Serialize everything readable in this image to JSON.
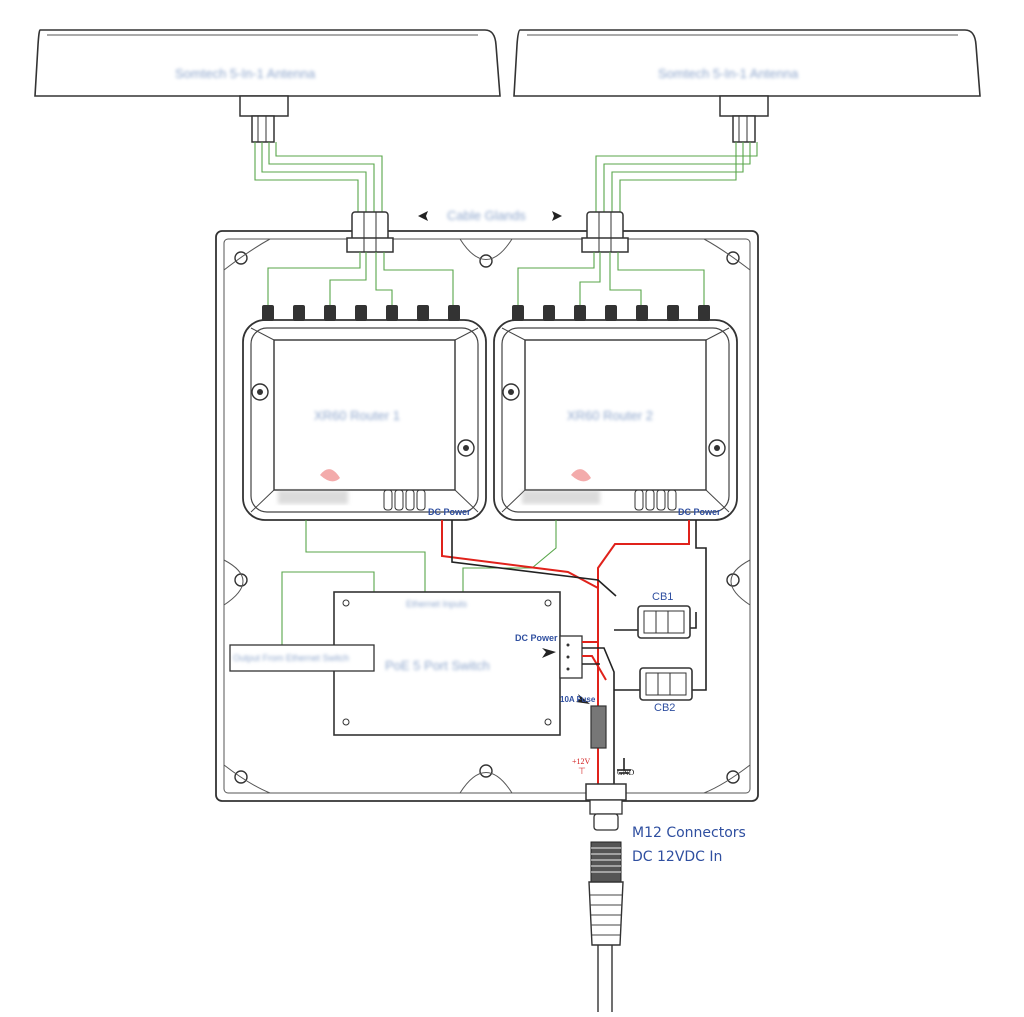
{
  "labels": {
    "antenna_left": "Somtech 5-In-1 Antenna",
    "antenna_right": "Somtech 5-In-1 Antenna",
    "cable_glands": "Cable Glands",
    "router_1": "XR60 Router 1",
    "router_2": "XR60 Router 2",
    "router_1_power": "DC Power",
    "router_2_power": "DC Power",
    "ethernet_inputs": "Ethernet Inputs",
    "switch_output": "Output From Ethernet Switch",
    "switch_name": "PoE 5 Port Switch",
    "switch_power": "DC Power",
    "fuse": "10A Fuse",
    "cb1": "CB1",
    "cb2": "CB2",
    "plus_12v": "+12V",
    "gnd": "GND",
    "m12": "M12 Connectors",
    "dc_in": "DC 12VDC In"
  },
  "colors": {
    "wire_power": "#e0221b",
    "wire_ground": "#222222",
    "wire_ethernet": "#58a64a",
    "label_blue": "#2f4fa0",
    "outline": "#333333"
  }
}
